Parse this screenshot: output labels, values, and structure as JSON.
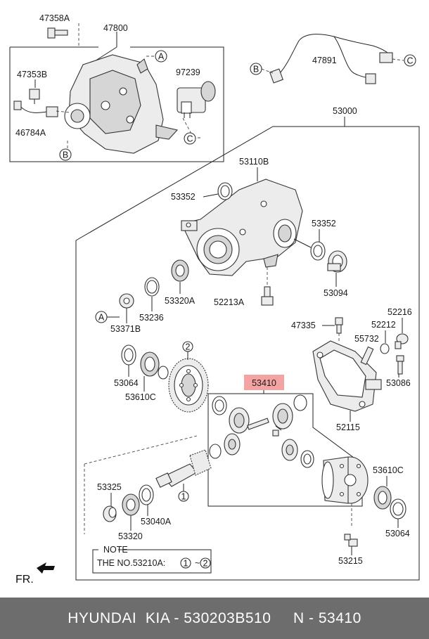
{
  "diagram": {
    "labels": {
      "l47358A": "47358A",
      "l47800": "47800",
      "l47353B": "47353B",
      "l97239": "97239",
      "l46784A": "46784A",
      "l47891": "47891",
      "l53000": "53000",
      "l53110B": "53110B",
      "l53352a": "53352",
      "l53352b": "53352",
      "l53094": "53094",
      "l53320A": "53320A",
      "l52213A": "52213A",
      "l53236": "53236",
      "l53371B": "53371B",
      "l47335": "47335",
      "l52216": "52216",
      "l52212": "52212",
      "l55732": "55732",
      "l53086": "53086",
      "l52115": "52115",
      "l53064a": "53064",
      "l53610Ca": "53610C",
      "l53410": "53410",
      "l53610Cb": "53610C",
      "l53064b": "53064",
      "l53325": "53325",
      "l53320": "53320",
      "l53040A": "53040A",
      "l53215": "53215",
      "l2": "2",
      "l1": "1"
    },
    "markers": {
      "a1": "A",
      "a2": "A",
      "b1": "B",
      "b2": "B",
      "c1": "C",
      "c2": "C"
    },
    "note": {
      "title": "NOTE",
      "prefix": "THE NO.53210A:",
      "from": "1",
      "sep": "~",
      "to": "2"
    },
    "fr_label": "FR."
  },
  "footer": {
    "text": "HYUNDAI  KIA - 530203B510     N - 53410"
  },
  "colors": {
    "highlight": "#f4a3a3",
    "footer_bg": "#6d6d6d"
  }
}
